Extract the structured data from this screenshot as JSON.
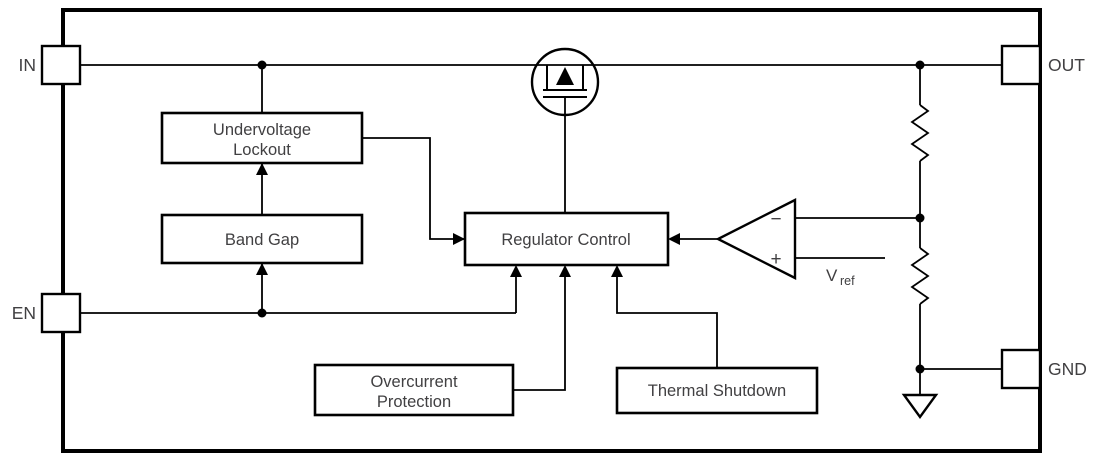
{
  "pins": {
    "in": {
      "label": "IN"
    },
    "en": {
      "label": "EN"
    },
    "out": {
      "label": "OUT"
    },
    "gnd": {
      "label": "GND"
    }
  },
  "blocks": {
    "undervoltage_lockout": {
      "lines": [
        "Undervoltage",
        "Lockout"
      ]
    },
    "band_gap": {
      "label": "Band Gap"
    },
    "regulator_control": {
      "label": "Regulator Control"
    },
    "overcurrent_protection": {
      "lines": [
        "Overcurrent",
        "Protection"
      ]
    },
    "thermal_shutdown": {
      "label": "Thermal Shutdown"
    }
  },
  "amplifier": {
    "minus_label": "−",
    "plus_label": "+",
    "vref": {
      "base": "V",
      "subscript": "ref"
    }
  },
  "colors": {
    "line": "#000000",
    "text": "#414042",
    "background": "#ffffff"
  }
}
